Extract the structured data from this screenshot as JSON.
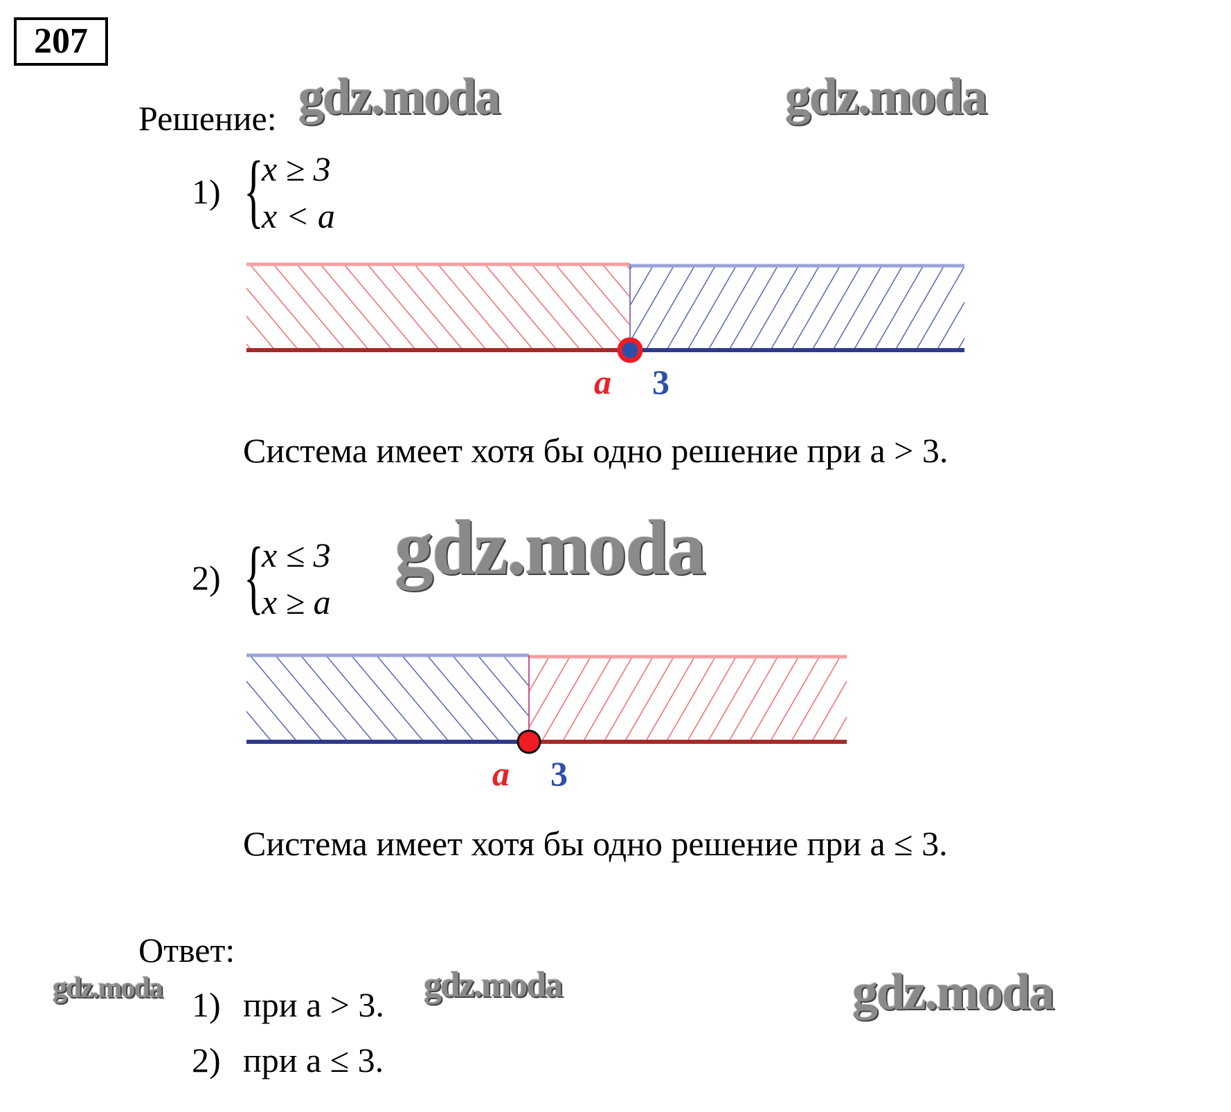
{
  "problem_number": "207",
  "solution_label": "Решение:",
  "watermark": "gdz.moda",
  "part1": {
    "label": "1)",
    "system": [
      "x ≥ 3",
      "x < a"
    ],
    "number_line": {
      "left_label": "a",
      "right_label": "3",
      "left_color": "#e8232a",
      "right_color": "#2e4fa8"
    },
    "conclusion": "Система имеет хотя бы одно решение при a > 3."
  },
  "part2": {
    "label": "2)",
    "system": [
      "x ≤ 3",
      "x ≥ a"
    ],
    "number_line": {
      "left_label": "a",
      "right_label": "3",
      "left_color": "#2e4fa8",
      "right_color": "#e8232a"
    },
    "conclusion": "Система имеет хотя бы одно решение при a ≤ 3."
  },
  "answer": {
    "label": "Ответ:",
    "items": [
      {
        "label": "1)",
        "text": "при a > 3."
      },
      {
        "label": "2)",
        "text": "при a ≤ 3."
      }
    ]
  }
}
